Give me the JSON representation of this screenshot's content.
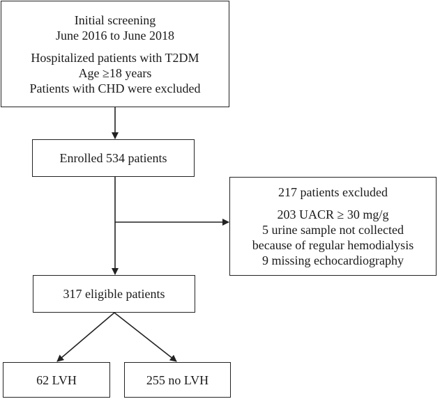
{
  "screening": {
    "title_lines": [
      "Initial screening",
      "June 2016 to June 2018"
    ],
    "criteria_lines": [
      "Hospitalized patients with T2DM",
      "Age ≥18 years",
      "Patients with CHD were excluded"
    ]
  },
  "enrolled": {
    "label": "Enrolled 534 patients"
  },
  "excluded": {
    "title": "217 patients excluded",
    "reason_lines": [
      "203 UACR ≥ 30 mg/g",
      "5 urine sample not collected",
      "because of regular hemodialysis",
      "9 missing echocardiography"
    ]
  },
  "eligible": {
    "label": "317 eligible patients"
  },
  "outcomes": {
    "lvh": "62 LVH",
    "no_lvh": "255 no LVH"
  },
  "colors": {
    "stroke": "#222222",
    "text": "#1a1a1a",
    "background": "#ffffff"
  }
}
